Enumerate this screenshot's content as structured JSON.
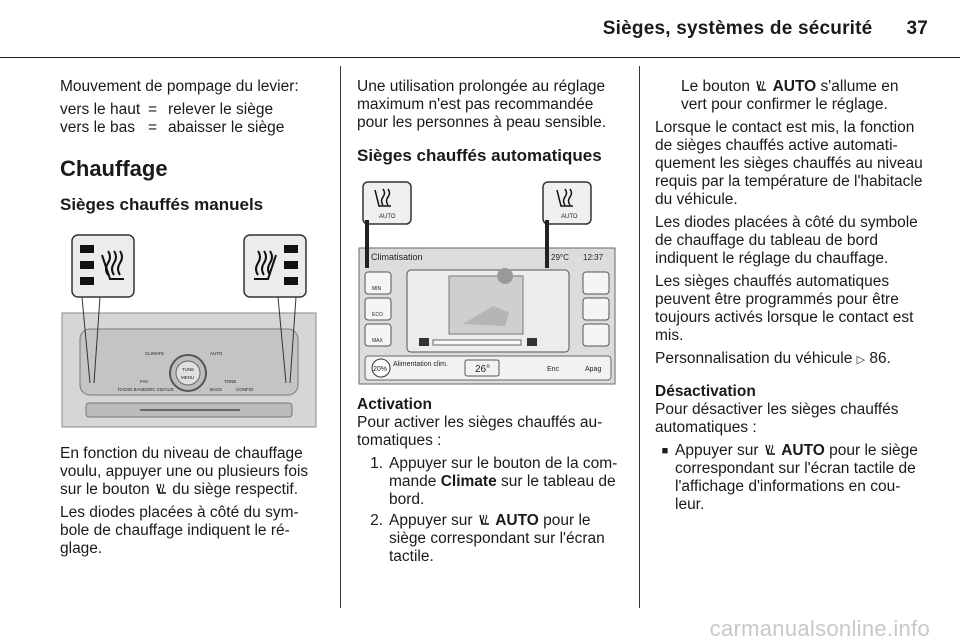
{
  "header": {
    "title": "Sièges, systèmes de sécurité",
    "page": "37"
  },
  "col1": {
    "intro": "Mouvement de pompage du levier:",
    "rows": [
      {
        "k": "vers le haut",
        "eq": "=",
        "v": "relever le siège"
      },
      {
        "k": "vers le bas",
        "eq": "=",
        "v": "abaisser le siège"
      }
    ],
    "h1": "Chauffage",
    "h2": "Sièges chauffés manuels",
    "fig_labels": {
      "climate": "CLIMATE",
      "auto": "AUTO",
      "tune": "TUNE",
      "menu": "MENU",
      "fav": "FAV",
      "tone": "TONE",
      "radio": "RADIO BAND",
      "src": "SRC CD/AUX",
      "back": "BACK",
      "config": "CONFIG"
    },
    "para_a": "En fonction du niveau de chauffage voulu, appuyer une ou plusieurs fois sur le bouton",
    "para_b": "du siège respectif.",
    "para2": "Les diodes placées à côté du sym­bole de chauffage indiquent le ré­glage."
  },
  "col2": {
    "p1": "Une utilisation prolongée au réglage maximum n'est pas recommandée pour les personnes à peau sensible.",
    "h2": "Sièges chauffés automatiques",
    "fig": {
      "auto": "AUTO",
      "screen_title": "Climatisation",
      "temp_out": "29°C",
      "time": "12:37",
      "setpoint": "26°",
      "alim": "Alimentation clim.",
      "pct": "20%",
      "enc": "Enc",
      "apag": "Apag",
      "btn_a": "MIN",
      "btn_b": "ECO",
      "btn_c": "MAX"
    },
    "act_title": "Activation",
    "act_text": "Pour activer les sièges chauffés au­tomatiques :",
    "steps": [
      {
        "n": "1.",
        "a": "Appuyer sur le bouton de la com­mande",
        "bold": "Climate",
        "b": "sur le tableau de bord."
      },
      {
        "n": "2.",
        "a": "Appuyer sur",
        "bold": "AUTO",
        "b": "pour le siège correspondant sur l'écran tactile."
      }
    ]
  },
  "col3": {
    "p0a": "Le bouton",
    "p0bold": "AUTO",
    "p0b": "s'allume en vert pour confirmer le réglage.",
    "p1": "Lorsque le contact est mis, la fonction de sièges chauffés active automati­quement les sièges chauffés au ni­veau requis par la température de l'habitacle du véhicule.",
    "p2": "Les diodes placées à côté du sym­bole de chauffage du tableau de bord indiquent le réglage du chauffage.",
    "p3": "Les sièges chauffés automatiques peuvent être programmés pour être toujours activés lorsque le contact est mis.",
    "p4a": "Personnalisation du véhicule",
    "p4ref": "86.",
    "deact_title": "Désactivation",
    "deact_text": "Pour désactiver les sièges chauffés automatiques :",
    "bullet_a": "Appuyer sur",
    "bullet_bold": "AUTO",
    "bullet_b": "pour le siège correspondant sur l'écran tactile de l'affichage d'informations en cou­leur."
  },
  "watermark": "carmanualsonline.info"
}
